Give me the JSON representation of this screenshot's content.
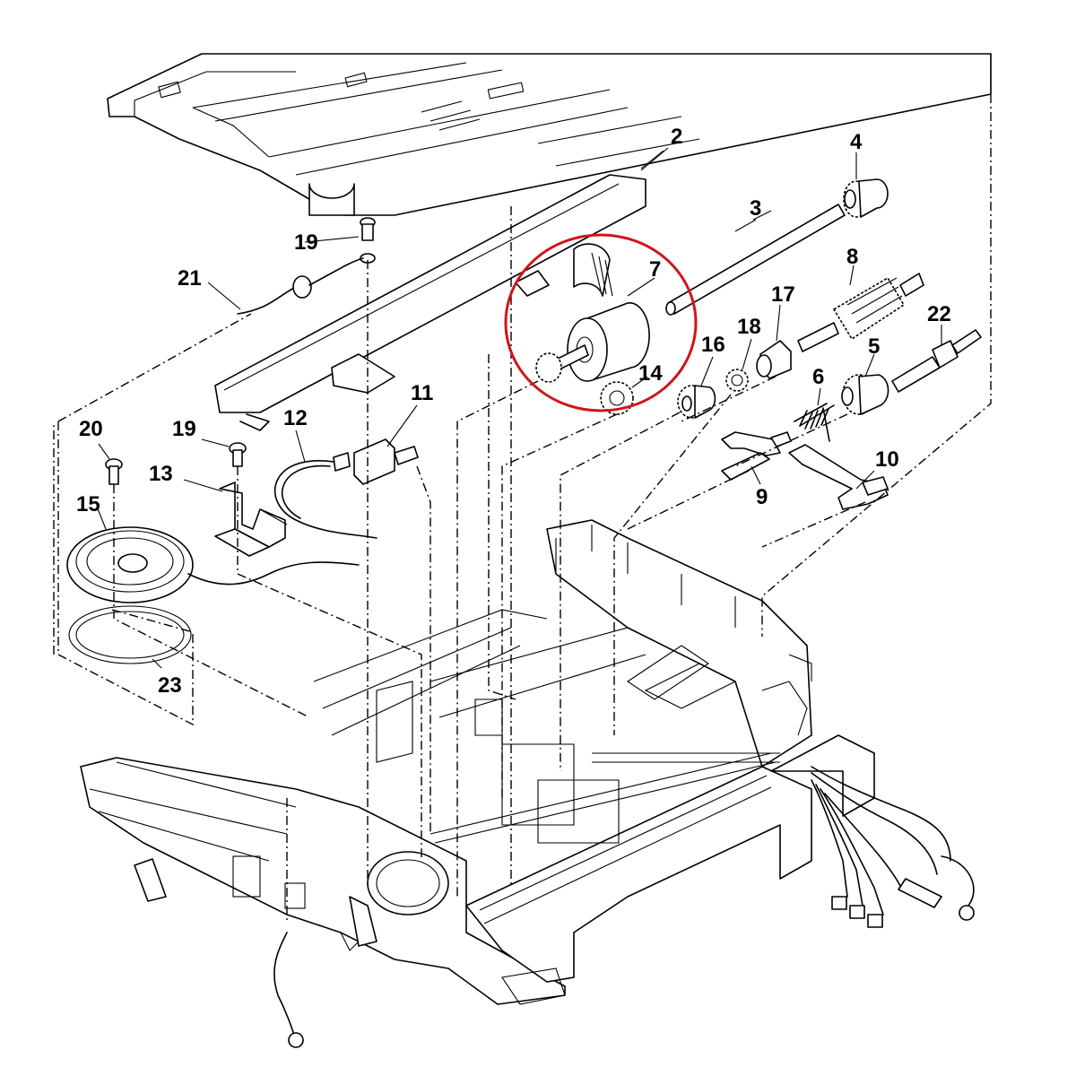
{
  "diagram": {
    "highlight_color": "#d0141c",
    "line_color": "#000000",
    "background": "#ffffff",
    "highlighted_group": [
      "7",
      "14"
    ]
  },
  "callouts": {
    "c2": "2",
    "c3": "3",
    "c4": "4",
    "c5": "5",
    "c6": "6",
    "c7": "7",
    "c8": "8",
    "c9": "9",
    "c10": "10",
    "c11": "11",
    "c12": "12",
    "c13": "13",
    "c14": "14",
    "c15": "15",
    "c16": "16",
    "c17": "17",
    "c18": "18",
    "c19a": "19",
    "c19b": "19",
    "c20": "20",
    "c21": "21",
    "c22": "22",
    "c23": "23"
  }
}
